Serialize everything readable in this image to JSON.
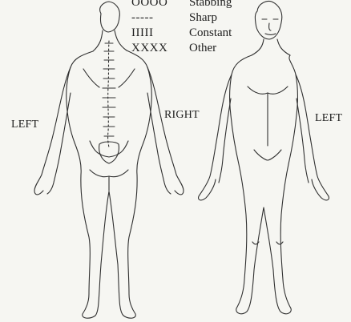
{
  "legend": [
    {
      "symbol": "OOOO",
      "label": "Stabbing"
    },
    {
      "symbol": "-----",
      "label": "Sharp"
    },
    {
      "symbol": "IIIII",
      "label": "Constant"
    },
    {
      "symbol": "XXXX",
      "label": "Other"
    }
  ],
  "labels": {
    "back_left": "LEFT",
    "back_right": "RIGHT",
    "front_left": "LEFT"
  },
  "figures": {
    "back": "back-body-outline",
    "front": "front-body-outline"
  }
}
